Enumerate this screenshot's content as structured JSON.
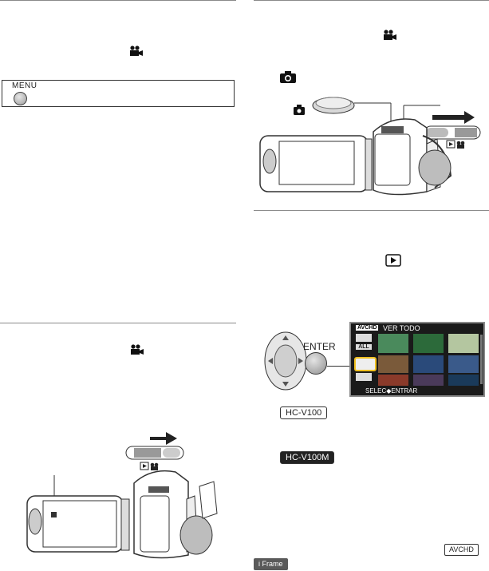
{
  "menu_box": {
    "label": "MENU"
  },
  "play_screen": {
    "format_badge": "AVCHD",
    "title": "VER TODO",
    "side_all": "ALL",
    "footer": "SELEC◆ENTRAR"
  },
  "enter_label": "ENTER",
  "models": {
    "v100": "HC-V100",
    "v100m": "HC-V100M"
  },
  "formats": {
    "avchd": "AVCHD",
    "iframe": "i Frame"
  },
  "icons": {
    "movie": "movie-camera-icon",
    "photo": "camera-icon",
    "play": "play-icon",
    "arrow": "slide-arrow-icon"
  },
  "colors": {
    "rule": "#8a8a8a",
    "ink": "#222222",
    "screen_bg": "#1a1a1a",
    "highlight": "#f0c020"
  }
}
